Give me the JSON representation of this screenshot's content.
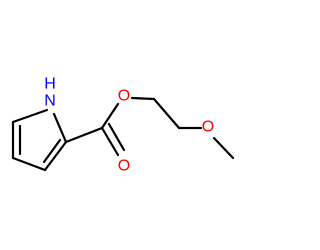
{
  "molecule": {
    "atoms": [
      {
        "id": "N1",
        "label": "H",
        "color": "#0000ff",
        "role": "nh-hydrogen"
      },
      {
        "id": "N1",
        "label": "N",
        "color": "#0000ff",
        "role": "pyrrole-nitrogen"
      },
      {
        "id": "O1",
        "label": "O",
        "color": "#ff0000",
        "role": "ester-oxygen"
      },
      {
        "id": "O2",
        "label": "O",
        "color": "#ff0000",
        "role": "carbonyl-oxygen"
      },
      {
        "id": "O3",
        "label": "O",
        "color": "#ff0000",
        "role": "ether-oxygen"
      }
    ],
    "bond_color": "#000000"
  }
}
